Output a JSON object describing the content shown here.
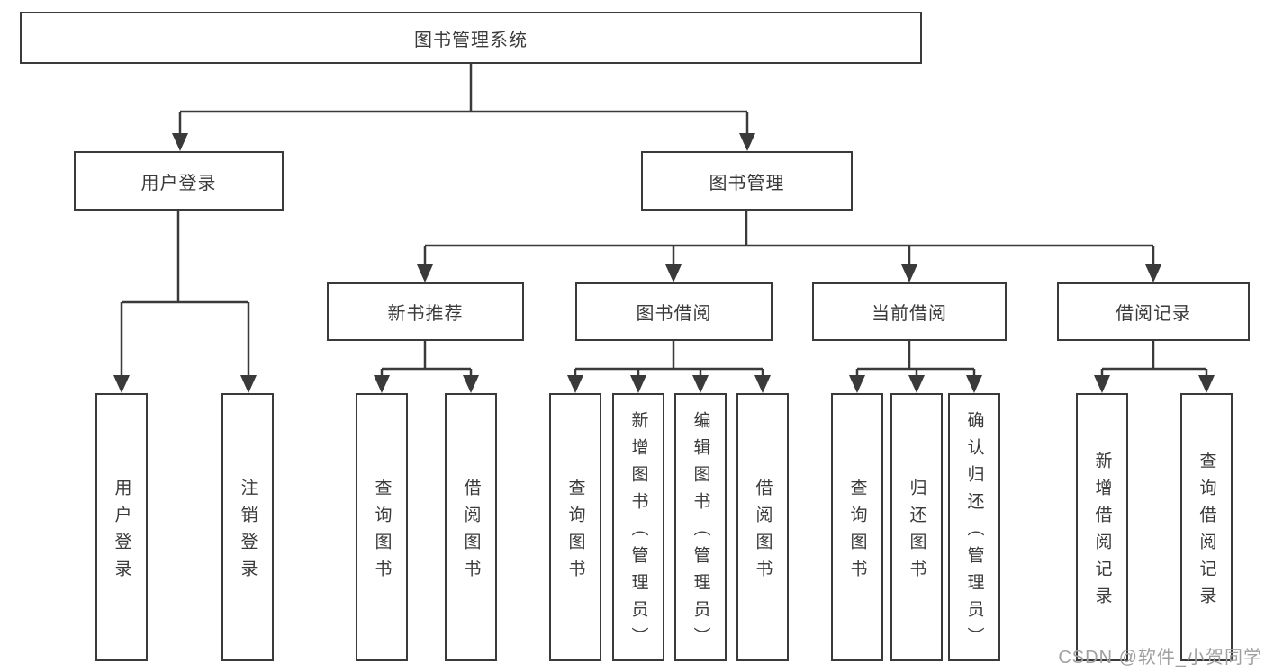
{
  "diagram": {
    "root": {
      "label": "图书管理系统",
      "children": [
        {
          "label": "用户登录",
          "children": [
            {
              "label": "用户登录"
            },
            {
              "label": "注销登录"
            }
          ]
        },
        {
          "label": "图书管理",
          "children": [
            {
              "label": "新书推荐",
              "children": [
                {
                  "label": "查询图书"
                },
                {
                  "label": "借阅图书"
                }
              ]
            },
            {
              "label": "图书借阅",
              "children": [
                {
                  "label": "查询图书"
                },
                {
                  "label": "新增图书（管理员）"
                },
                {
                  "label": "编辑图书（管理员）"
                },
                {
                  "label": "借阅图书"
                }
              ]
            },
            {
              "label": "当前借阅",
              "children": [
                {
                  "label": "查询图书"
                },
                {
                  "label": "归还图书"
                },
                {
                  "label": "确认归还（管理员）"
                }
              ]
            },
            {
              "label": "借阅记录",
              "children": [
                {
                  "label": "新增借阅记录"
                },
                {
                  "label": "查询借阅记录"
                }
              ]
            }
          ]
        }
      ]
    }
  },
  "watermark": {
    "text": "CSDN @软件_小贺同学"
  },
  "colors": {
    "line": "#3a3a3a",
    "box_border": "#3a3a3a",
    "box_background": "#ffffff",
    "text": "#3a3a3a",
    "watermark": "#a0a0a0",
    "background": "#ffffff"
  }
}
